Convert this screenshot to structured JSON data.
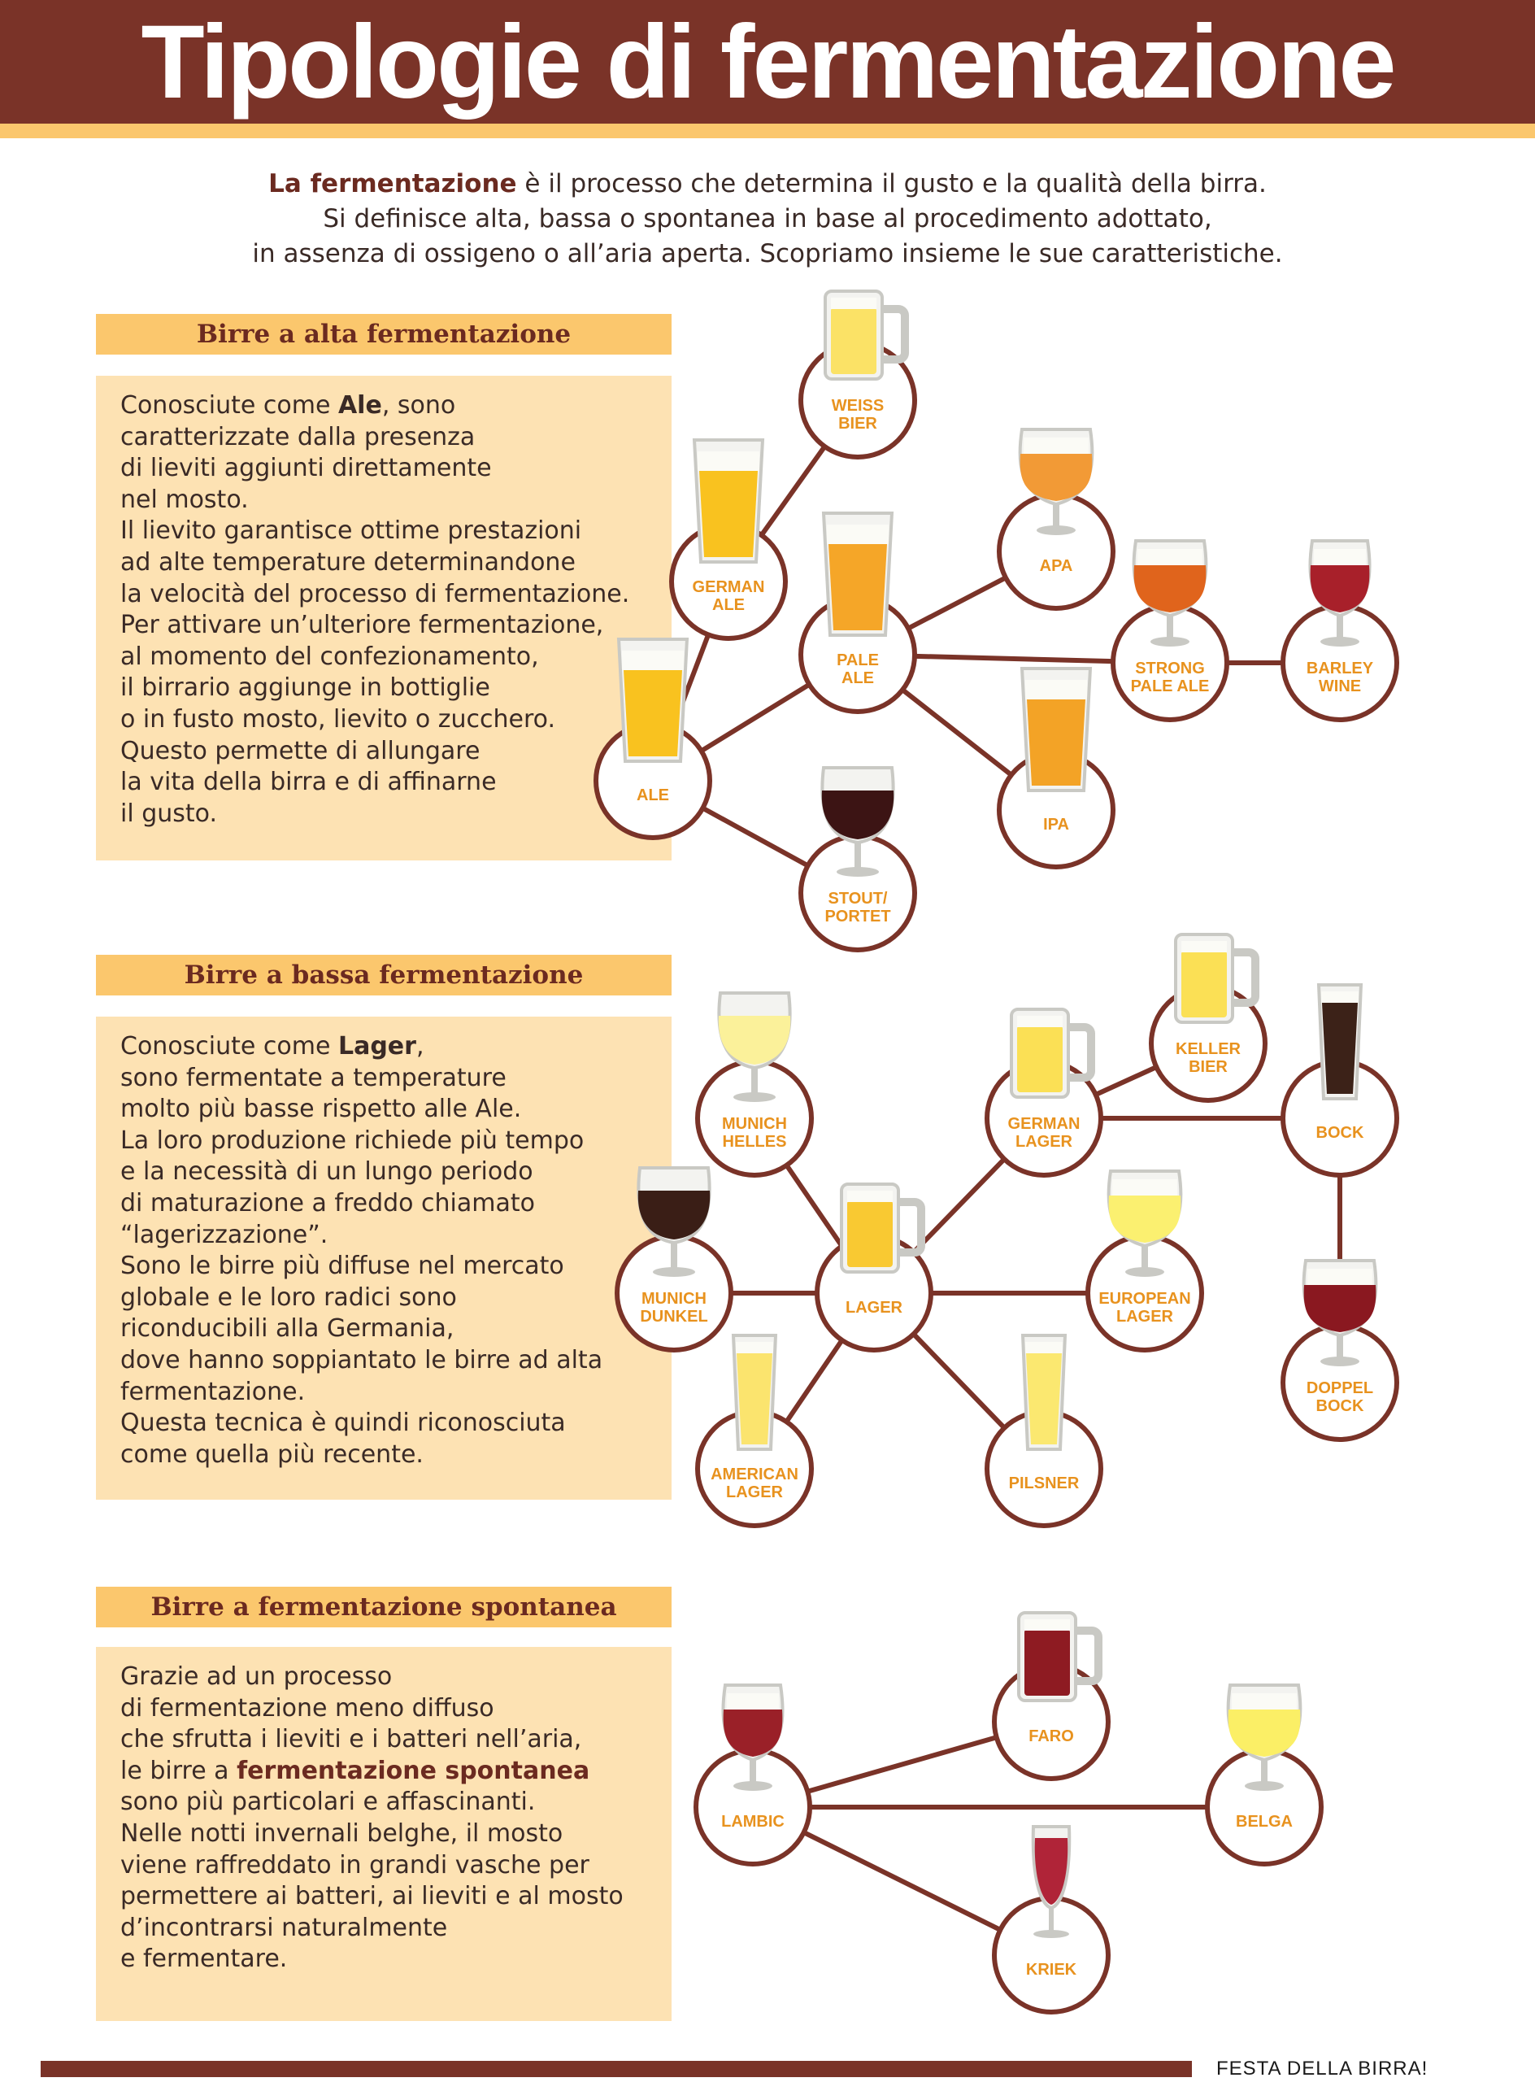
{
  "title": "Tipologie di fermentazione",
  "intro": {
    "lead": "La fermentazione",
    "line1_rest": " è il processo che determina il gusto e la qualità della birra.",
    "line2": "Si definisce alta, bassa o spontanea in base al procedimento adottato,",
    "line3": "in assenza di ossigeno o all’aria aperta. Scopriamo insieme le sue caratteristiche."
  },
  "sections": [
    {
      "title": "Birre a alta fermentazione",
      "lines": [
        {
          "pre": "Conosciute come ",
          "bold": "Ale",
          "post": ", sono"
        },
        {
          "text": "caratterizzate dalla presenza"
        },
        {
          "text": "di lieviti aggiunti direttamente"
        },
        {
          "text": "nel mosto."
        },
        {
          "text": "Il lievito garantisce ottime prestazioni"
        },
        {
          "text": "ad alte temperature determinandone"
        },
        {
          "text": "la velocità del processo di fermentazione."
        },
        {
          "text": "Per attivare un’ulteriore fermentazione,"
        },
        {
          "text": "al momento del confezionamento,"
        },
        {
          "text": "il birrario aggiunge in bottiglie"
        },
        {
          "text": "o in fusto mosto, lievito o zucchero."
        },
        {
          "text": "Questo permette di allungare"
        },
        {
          "text": "la vita della birra e di affinarne"
        },
        {
          "text": "il gusto."
        }
      ]
    },
    {
      "title": "Birre a bassa fermentazione",
      "lines": [
        {
          "pre": "Conosciute come ",
          "bold": "Lager",
          "post": ","
        },
        {
          "text": "sono fermentate a temperature"
        },
        {
          "text": "molto più basse rispetto alle Ale."
        },
        {
          "text": "La loro produzione richiede più tempo"
        },
        {
          "text": "e la necessità di un lungo periodo"
        },
        {
          "text": "di maturazione a freddo chiamato"
        },
        {
          "text": "“lagerizzazione”."
        },
        {
          "text": "Sono le birre più diffuse nel mercato"
        },
        {
          "text": "globale e le loro radici sono"
        },
        {
          "text": "riconducibili alla Germania,"
        },
        {
          "text": "dove hanno soppiantato le birre ad alta"
        },
        {
          "text": "fermentazione."
        },
        {
          "text": "Questa tecnica è quindi riconosciuta"
        },
        {
          "text": "come quella più recente."
        }
      ]
    },
    {
      "title": "Birre a fermentazione spontanea",
      "lines": [
        {
          "text": "Grazie ad un processo"
        },
        {
          "text": "di fermentazione meno diffuso"
        },
        {
          "text": "che sfrutta i lieviti e i batteri nell’aria,"
        },
        {
          "pre": "le birre a ",
          "bold": "fermentazione spontanea",
          "post": "",
          "dark": true
        },
        {
          "text": "sono più particolari e affascinanti."
        },
        {
          "text": "Nelle notti invernali belghe, il mosto"
        },
        {
          "text": "viene raffreddato in grandi vasche per"
        },
        {
          "text": "permettere ai batteri, ai lieviti e al mosto"
        },
        {
          "text": "d’incontrarsi naturalmente"
        },
        {
          "text": "e fermentare."
        }
      ]
    }
  ],
  "diagram": {
    "colors": {
      "line": "#7a3328",
      "label": "#e8921e",
      "node_fill": "#ffffff"
    },
    "nodes": [
      {
        "id": "weiss",
        "label": [
          "WEISS",
          "BIER"
        ],
        "glass": "mug",
        "beer": "#fbe266"
      },
      {
        "id": "german_ale",
        "label": [
          "GERMAN",
          "ALE"
        ],
        "glass": "pint",
        "beer": "#f9c21f"
      },
      {
        "id": "pale_ale",
        "label": [
          "PALE",
          "ALE"
        ],
        "glass": "pint",
        "beer": "#f5a628"
      },
      {
        "id": "apa",
        "label": [
          "APA"
        ],
        "glass": "tulip",
        "beer": "#f29a36"
      },
      {
        "id": "strong_pale",
        "label": [
          "STRONG",
          "PALE ALE"
        ],
        "glass": "tulip",
        "beer": "#e0641c"
      },
      {
        "id": "barley",
        "label": [
          "BARLEY",
          "WINE"
        ],
        "glass": "thistle",
        "beer": "#a8202a"
      },
      {
        "id": "ale",
        "label": [
          "ALE"
        ],
        "glass": "pint",
        "beer": "#f9c21f"
      },
      {
        "id": "ipa",
        "label": [
          "IPA"
        ],
        "glass": "pint",
        "beer": "#f3a326"
      },
      {
        "id": "stout",
        "label": [
          "STOUT/",
          "PORTET"
        ],
        "glass": "wine",
        "beer": "#3c1414"
      },
      {
        "id": "munich_helles",
        "label": [
          "MUNICH",
          "HELLES"
        ],
        "glass": "wine",
        "beer": "#fbf19a"
      },
      {
        "id": "german_lager",
        "label": [
          "GERMAN",
          "LAGER"
        ],
        "glass": "mug",
        "beer": "#fbe055"
      },
      {
        "id": "keller",
        "label": [
          "KELLER",
          "BIER"
        ],
        "glass": "mug",
        "beer": "#fbe055"
      },
      {
        "id": "bock",
        "label": [
          "BOCK"
        ],
        "glass": "tall",
        "beer": "#3c2218"
      },
      {
        "id": "munich_dunkel",
        "label": [
          "MUNICH",
          "DUNKEL"
        ],
        "glass": "wine",
        "beer": "#3a1e16"
      },
      {
        "id": "lager",
        "label": [
          "LAGER"
        ],
        "glass": "mug",
        "beer": "#f9c932"
      },
      {
        "id": "european",
        "label": [
          "EUROPEAN",
          "LAGER"
        ],
        "glass": "tulip",
        "beer": "#fbf070"
      },
      {
        "id": "doppel",
        "label": [
          "DOPPEL",
          "BOCK"
        ],
        "glass": "tulip",
        "beer": "#8a1820"
      },
      {
        "id": "american",
        "label": [
          "AMERICAN",
          "LAGER"
        ],
        "glass": "tall",
        "beer": "#fbe46e"
      },
      {
        "id": "pilsner",
        "label": [
          "PILSNER"
        ],
        "glass": "tall",
        "beer": "#fbe870"
      },
      {
        "id": "lambic",
        "label": [
          "LAMBIC"
        ],
        "glass": "thistle",
        "beer": "#9a2028"
      },
      {
        "id": "faro",
        "label": [
          "FARO"
        ],
        "glass": "mug",
        "beer": "#8e1b22"
      },
      {
        "id": "belga",
        "label": [
          "BELGA"
        ],
        "glass": "tulip",
        "beer": "#fbef66"
      },
      {
        "id": "kriek",
        "label": [
          "KRIEK"
        ],
        "glass": "flute",
        "beer": "#b02438"
      }
    ],
    "edges": [
      [
        "ale",
        "german_ale"
      ],
      [
        "ale",
        "pale_ale"
      ],
      [
        "ale",
        "stout"
      ],
      [
        "german_ale",
        "weiss"
      ],
      [
        "pale_ale",
        "apa"
      ],
      [
        "pale_ale",
        "strong_pale"
      ],
      [
        "pale_ale",
        "ipa"
      ],
      [
        "strong_pale",
        "barley"
      ],
      [
        "lager",
        "munich_helles"
      ],
      [
        "lager",
        "german_lager"
      ],
      [
        "lager",
        "munich_dunkel"
      ],
      [
        "lager",
        "european"
      ],
      [
        "lager",
        "american"
      ],
      [
        "lager",
        "pilsner"
      ],
      [
        "german_lager",
        "keller"
      ],
      [
        "german_lager",
        "bock"
      ],
      [
        "bock",
        "doppel"
      ],
      [
        "lambic",
        "faro"
      ],
      [
        "lambic",
        "belga"
      ],
      [
        "lambic",
        "kriek"
      ]
    ]
  },
  "footer": "FESTA DELLA BIRRA!"
}
